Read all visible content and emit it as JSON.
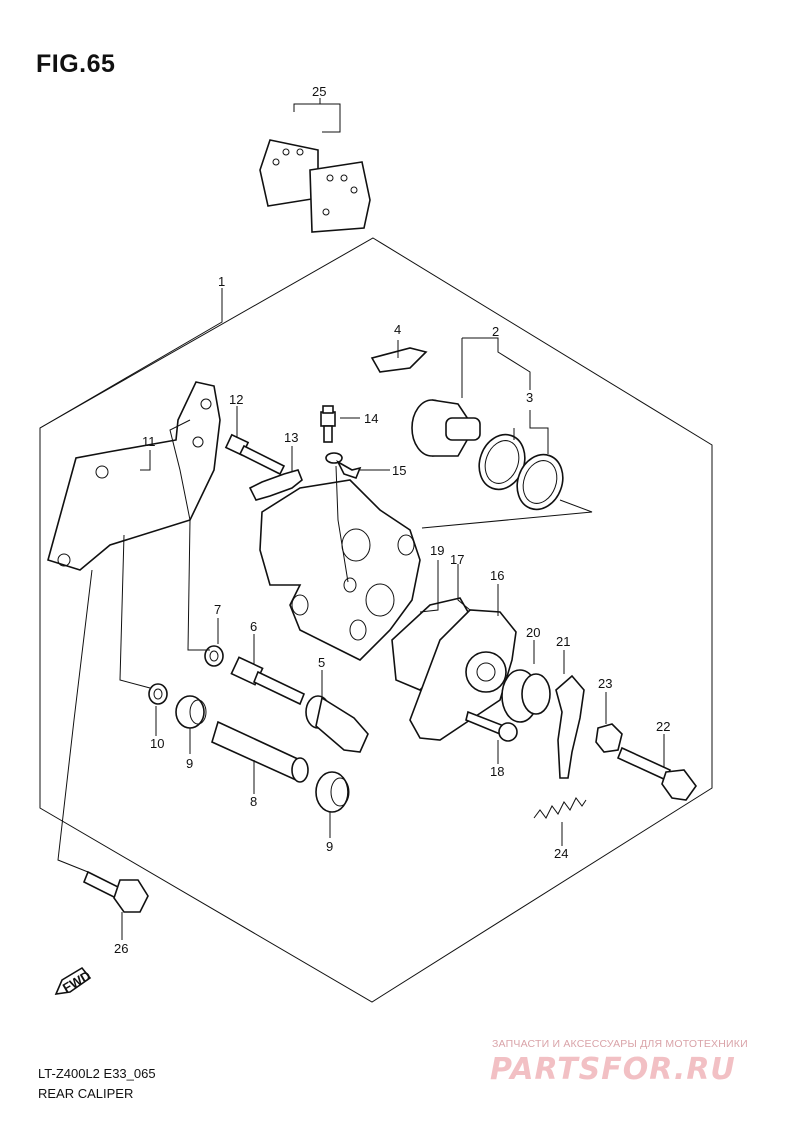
{
  "figure": {
    "title": "FIG.65",
    "model_code": "LT-Z400L2 E33_065",
    "section_name": "REAR CALIPER"
  },
  "callouts": {
    "p1": "1",
    "p2": "2",
    "p3": "3",
    "p4": "4",
    "p5": "5",
    "p6": "6",
    "p7": "7",
    "p8": "8",
    "p9a": "9",
    "p9b": "9",
    "p10": "10",
    "p11": "11",
    "p12": "12",
    "p13": "13",
    "p14": "14",
    "p15": "15",
    "p16": "16",
    "p17": "17",
    "p18": "18",
    "p19": "19",
    "p20": "20",
    "p21": "21",
    "p22": "22",
    "p23": "23",
    "p24": "24",
    "p25": "25",
    "p26": "26"
  },
  "fwd_arrow_label": "FWD",
  "watermark": {
    "tagline": "ЗАПЧАСТИ И АКСЕССУАРЫ ДЛЯ МОТОТЕХНИКИ",
    "brand": "PARTSFOR.RU"
  }
}
